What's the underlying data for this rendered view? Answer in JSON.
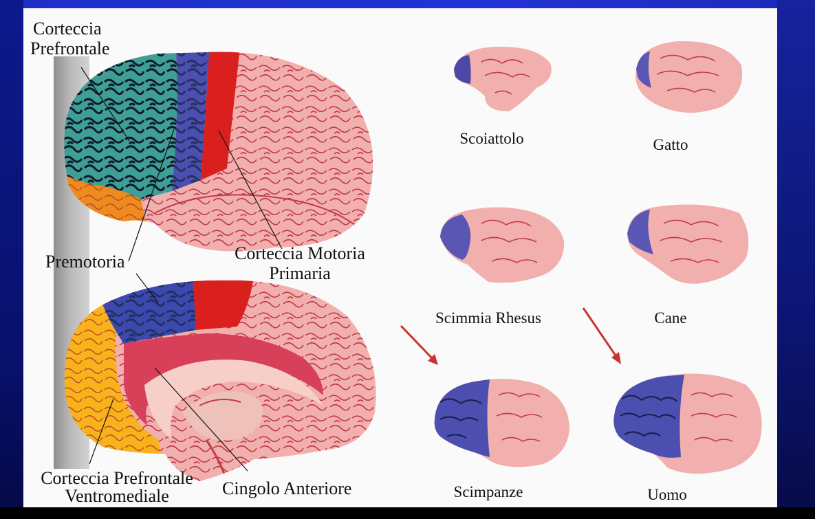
{
  "diagram": {
    "human_brain_labels": {
      "prefrontal": [
        "Corteccia",
        "Prefrontale"
      ],
      "premotor": "Premotoria",
      "primary_motor": [
        "Corteccia Motoria",
        "Primaria"
      ],
      "ventromedial_prefrontal": [
        "Corteccia Prefrontale",
        "Ventromediale"
      ],
      "anterior_cingulate": "Cingolo Anteriore"
    },
    "species": [
      {
        "name": "Scoiattolo"
      },
      {
        "name": "Gatto"
      },
      {
        "name": "Scimmia Rhesus"
      },
      {
        "name": "Cane"
      },
      {
        "name": "Scimpanze"
      },
      {
        "name": "Uomo"
      }
    ],
    "colors": {
      "prefrontal_lateral": "#3f9f95",
      "premotor": "#4a4fb0",
      "primary_motor": "#d9201f",
      "orbitofrontal": "#ef8a1f",
      "ventromedial": "#f9b21c",
      "cingulate": "#d8405a",
      "cortex": "#f1b0ae",
      "sulcus": "#c03a4a",
      "species_prefrontal": "#5a56b4",
      "arrow": "#c8342d"
    }
  }
}
